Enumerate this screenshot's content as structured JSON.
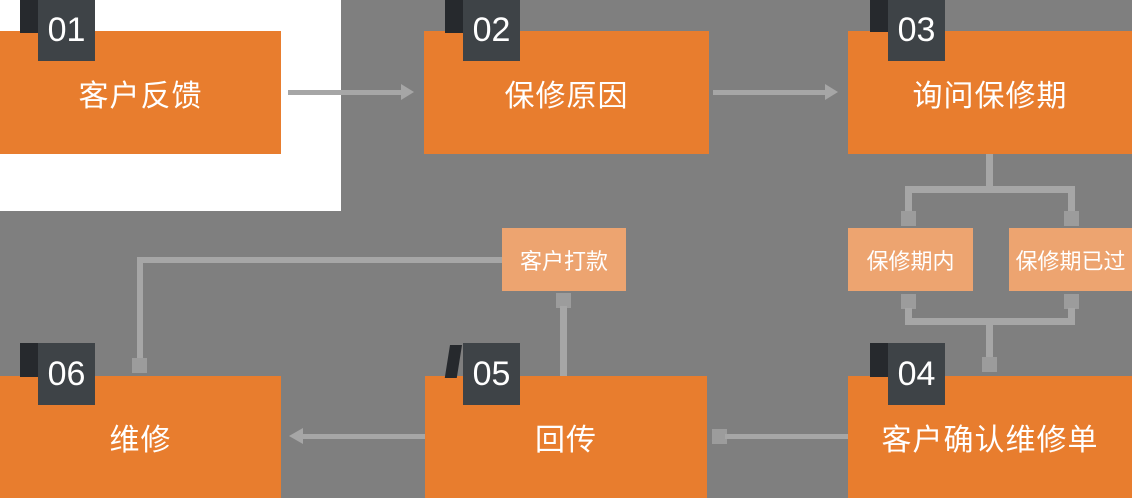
{
  "colors": {
    "bg": "#7f7f7f",
    "panel": "#ffffff",
    "orange": "#e87d2e",
    "orange_light": "#eda470",
    "badge": "#3e4347",
    "badge_flap": "#26292d",
    "line": "#a6a6a6",
    "node": "#9c9c9c",
    "text": "#ffffff"
  },
  "steps": [
    {
      "num": "01",
      "label": "客户反馈"
    },
    {
      "num": "02",
      "label": "保修原因"
    },
    {
      "num": "03",
      "label": "询问保修期"
    },
    {
      "num": "04",
      "label": "客户确认维修单"
    },
    {
      "num": "05",
      "label": "回传"
    },
    {
      "num": "06",
      "label": "维修"
    }
  ],
  "branches": [
    {
      "label": "保修期内"
    },
    {
      "label": "保修期已过"
    }
  ],
  "payment": {
    "label": "客户打款"
  }
}
